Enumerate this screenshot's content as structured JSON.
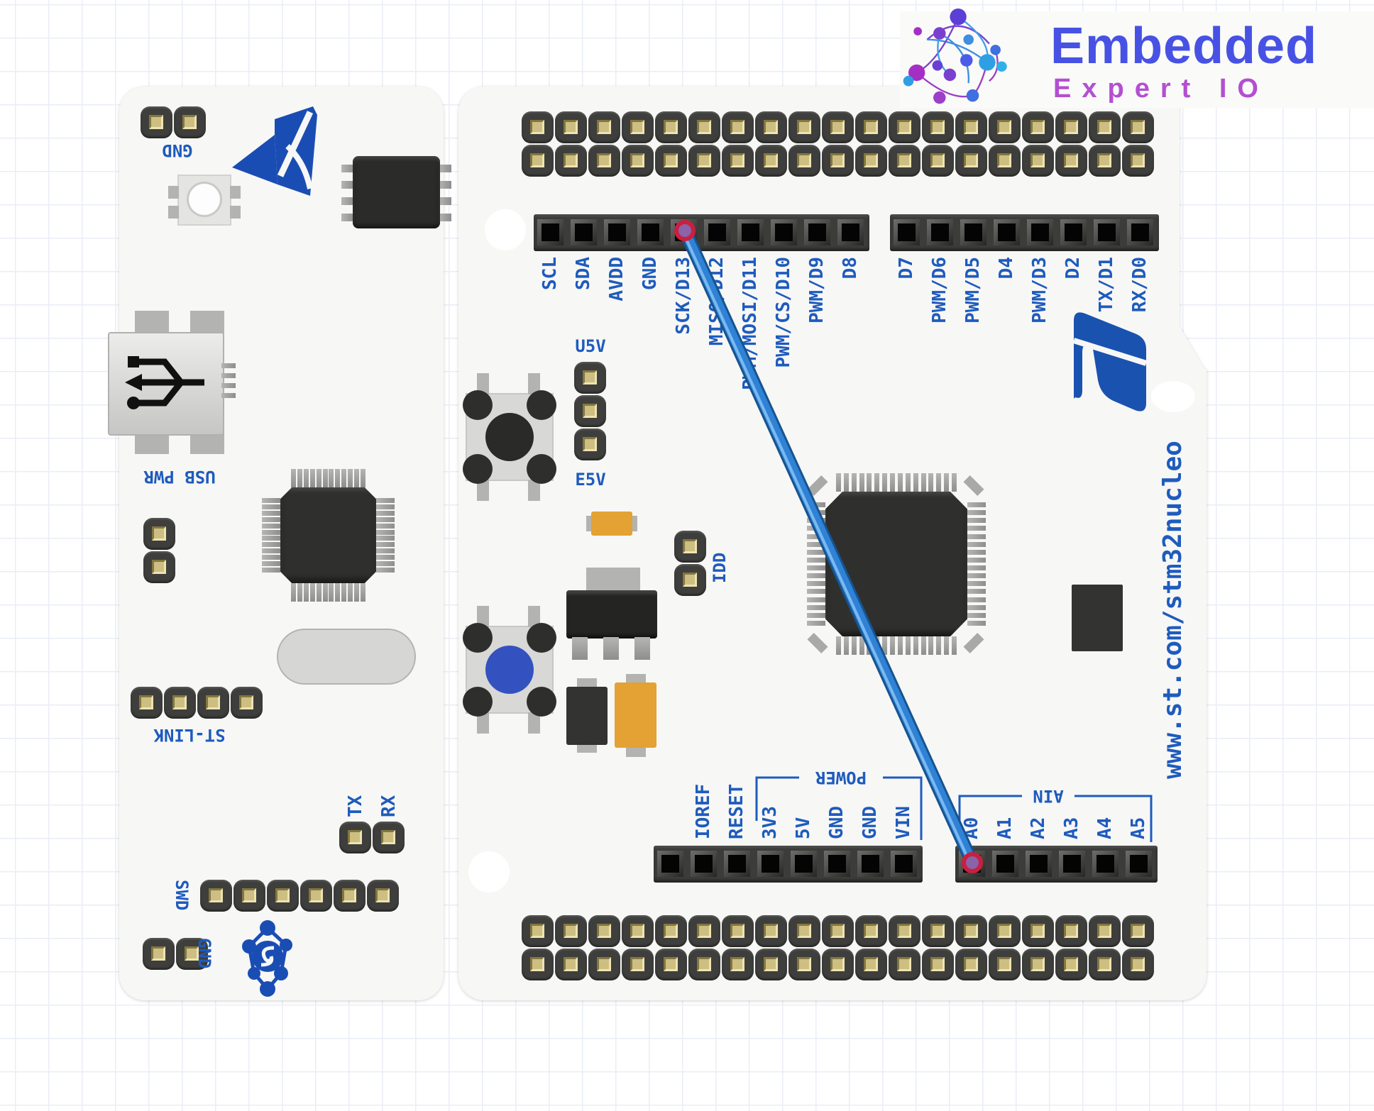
{
  "logo": {
    "title": "Embedded",
    "subtitle": "Expert IO"
  },
  "pin_labels": {
    "digital_left": [
      "SCL",
      "SDA",
      "AVDD",
      "GND",
      "SCK/D13",
      "MISO/D12",
      "PWM/MOSI/D11",
      "PWM/CS/D10",
      "PWM/D9",
      "D8"
    ],
    "digital_right": [
      "D7",
      "PWM/D6",
      "PWM/D5",
      "D4",
      "PWM/D3",
      "D2",
      "TX/D1",
      "RX/D0"
    ],
    "power": [
      "IOREF",
      "RESET",
      "3V3",
      "5V",
      "GND",
      "GND",
      "VIN"
    ],
    "analog": [
      "A0",
      "A1",
      "A2",
      "A3",
      "A4",
      "A5"
    ]
  },
  "sections": {
    "power_title": "POWER",
    "analog_title": "AIN"
  },
  "stlink": {
    "gnd_top": "GND",
    "usb_pwr": "USB PWR",
    "st_link": "ST-LINK",
    "tx": "TX",
    "rx": "RX",
    "swd": "SWD",
    "gnd_bottom": "GND"
  },
  "jumpers": {
    "u5v": "U5V",
    "e5v": "E5V",
    "idd": "IDD"
  },
  "url": "www.st.com/stm32nucleo",
  "wire": {
    "from_pin": "SCK/D13",
    "to_pin": "A0"
  },
  "colors": {
    "label_blue": "#1e5bbd",
    "wire_blue": "#2f82d6",
    "logo_blue": "#4752e4",
    "logo_purple": "#b34fd2",
    "endpoint_ring": "#c8203f",
    "endpoint_fill": "#8a63a8"
  }
}
